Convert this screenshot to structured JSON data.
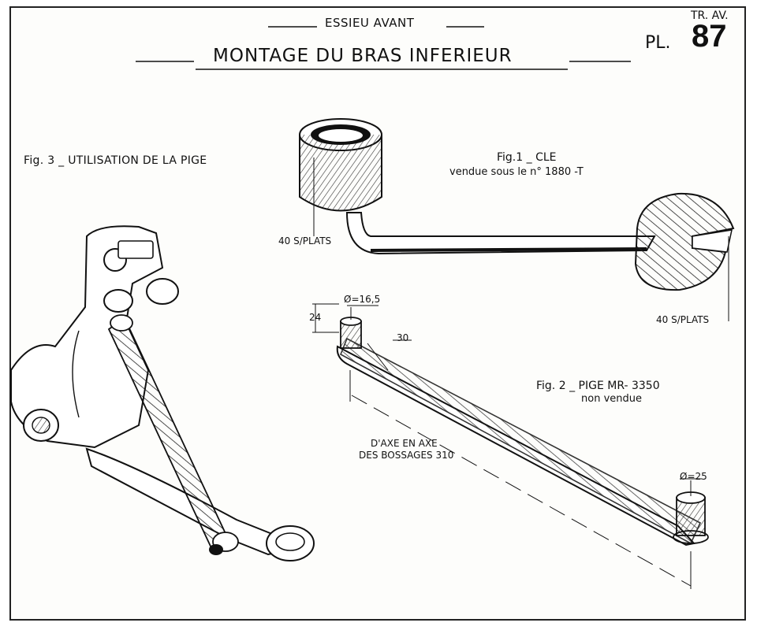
{
  "header": {
    "section_title": "ESSIEU AVANT",
    "main_title": "MONTAGE DU BRAS INFERIEUR",
    "tr_label": "TR. AV.",
    "pl_label": "PL.",
    "pl_number": "87"
  },
  "figures": {
    "fig3": {
      "title": "Fig. 3 _ UTILISATION DE LA PIGE"
    },
    "fig1": {
      "title": "Fig.1 _ CLE",
      "subtitle": "vendue sous le n° 1880 -T",
      "dim_left": "40 S/PLATS",
      "dim_right": "40 S/PLATS"
    },
    "fig2": {
      "title": "Fig. 2 _ PIGE MR- 3350",
      "subtitle": "non vendue",
      "dim_small_bore": "Ø=16,5",
      "dim_height": "24",
      "dim_width": "30",
      "dim_large_bore": "Ø=25",
      "axis_note_line1": "D'AXE EN AXE",
      "axis_note_line2": "DES BOSSAGES 310"
    }
  }
}
